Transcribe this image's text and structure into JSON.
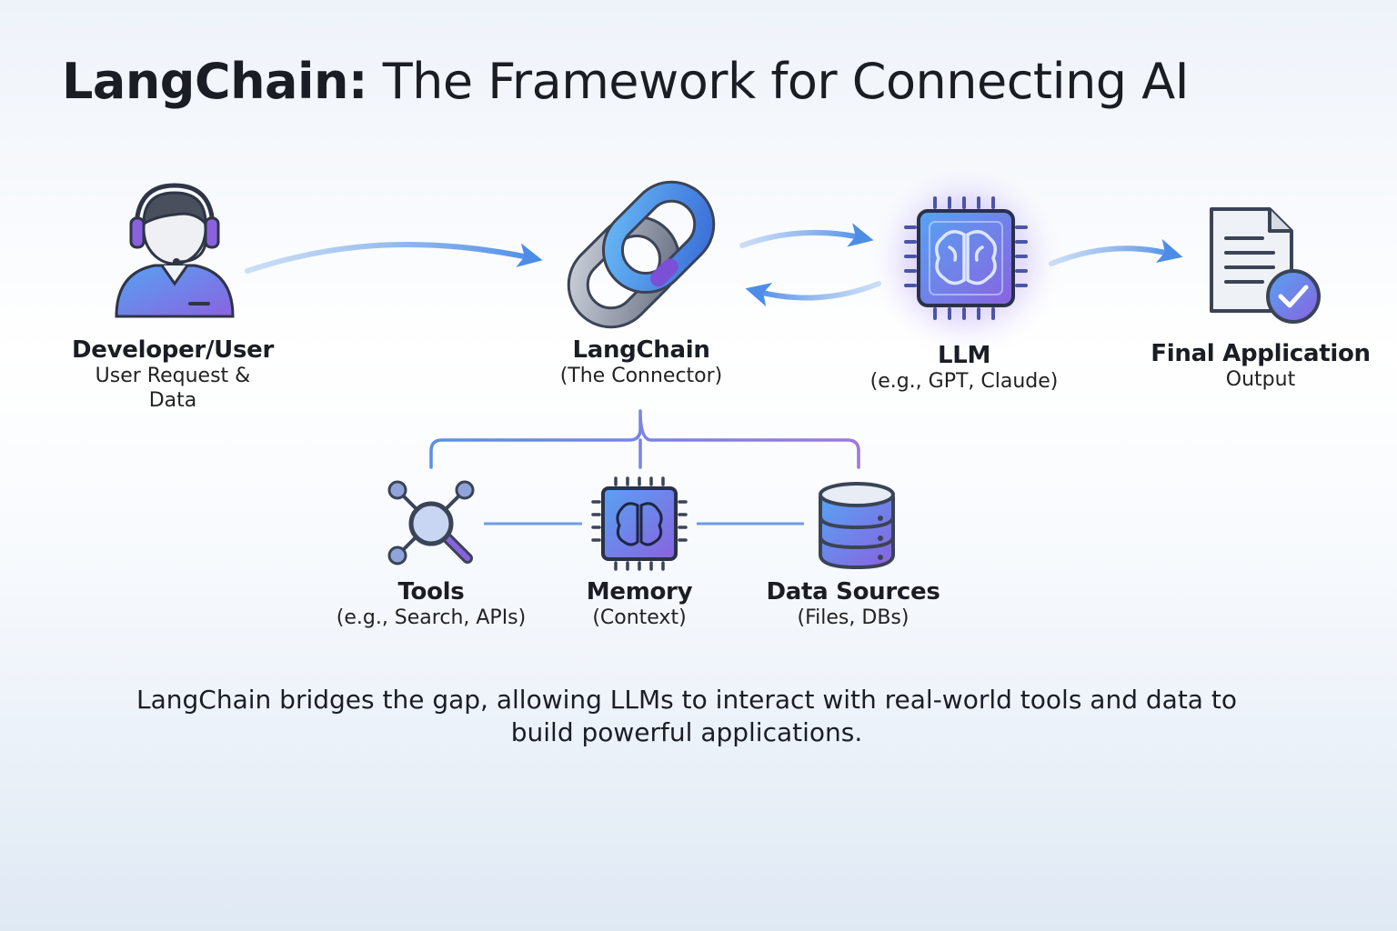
{
  "title": {
    "bold": "LangChain:",
    "rest": "The Framework for Connecting AI"
  },
  "nodes": {
    "developer": {
      "name": "Developer/User",
      "desc": "User Request &\nData",
      "icon": "headset-user-icon"
    },
    "langchain": {
      "name": "LangChain",
      "desc": "(The Connector)",
      "icon": "chain-link-icon"
    },
    "llm": {
      "name": "LLM",
      "desc": "(e.g., GPT, Claude)",
      "icon": "brain-chip-icon"
    },
    "final": {
      "name": "Final Application",
      "desc": "Output",
      "icon": "document-check-icon"
    },
    "tools": {
      "name": "Tools",
      "desc": "(e.g., Search, APIs)",
      "icon": "search-network-icon"
    },
    "memory": {
      "name": "Memory",
      "desc": "(Context)",
      "icon": "brain-chip-icon"
    },
    "data_sources": {
      "name": "Data Sources",
      "desc": "(Files, DBs)",
      "icon": "database-icon"
    }
  },
  "caption": "LangChain bridges the gap, allowing LLMs to interact with real-world tools and data to build powerful applications.",
  "colors": {
    "accent_blue": "#4d8de8",
    "accent_purple": "#8a62e0",
    "dark": "#3b4356"
  }
}
